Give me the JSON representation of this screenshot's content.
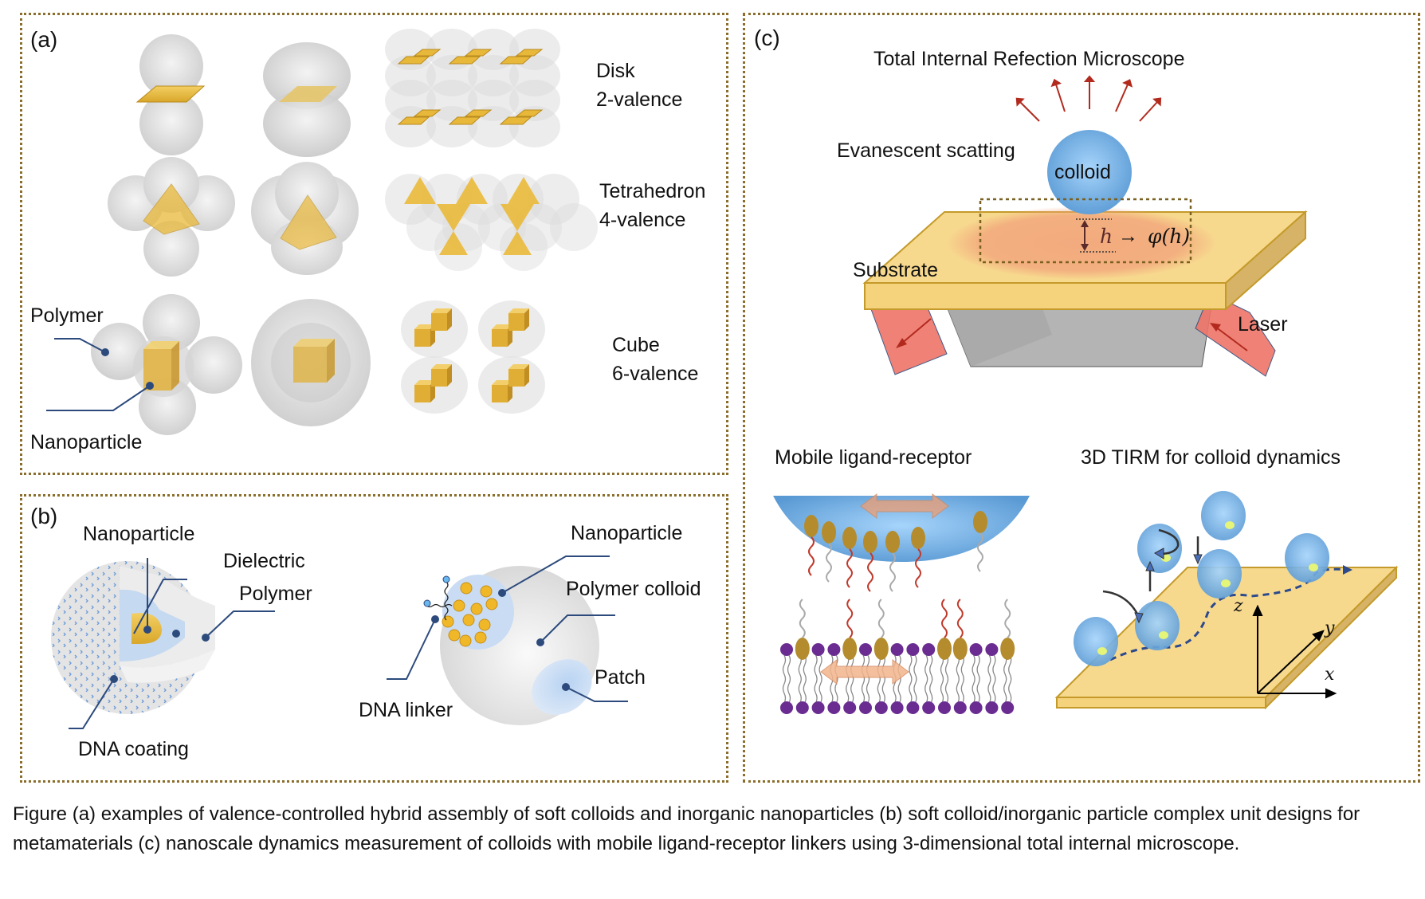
{
  "panels": {
    "a": {
      "label": "(a)",
      "rows": [
        {
          "shape": "Disk",
          "valence": "2-valence"
        },
        {
          "shape": "Tetrahedron",
          "valence": "4-valence"
        },
        {
          "shape": "Cube",
          "valence": "6-valence"
        }
      ],
      "callouts": {
        "polymer": "Polymer",
        "nanoparticle": "Nanoparticle"
      }
    },
    "b": {
      "label": "(b)",
      "left": {
        "nanoparticle": "Nanoparticle",
        "dielectric": "Dielectric",
        "polymer": "Polymer",
        "dna_coating": "DNA coating"
      },
      "right": {
        "nanoparticle": "Nanoparticle",
        "polymer_colloid": "Polymer colloid",
        "patch": "Patch",
        "dna_linker": "DNA linker"
      }
    },
    "c": {
      "label": "(c)",
      "title": "Total Internal Refection Microscope",
      "evanescent": "Evanescent scatting",
      "colloid": "colloid",
      "substrate": "Substrate",
      "laser": "Laser",
      "h": "h",
      "phi": "φ(h)",
      "arrow": "→",
      "mobile_title": "Mobile ligand-receptor",
      "tirm_title": "3D TIRM for colloid dynamics",
      "axes": {
        "x": "x",
        "y": "y",
        "z": "z"
      }
    }
  },
  "colors": {
    "gold": "#e8b83a",
    "colloid_blue": "#6fb0e6",
    "substrate": "#f7d98e",
    "laser": "#ef7468",
    "scatter_arrow": "#b22a1e",
    "callout": "#2c4a7c",
    "lipid_head": "#6a2c91",
    "ligand": "#b48c2e"
  },
  "caption": "Figure (a) examples of valence-controlled hybrid assembly of soft colloids and inorganic nanoparticles (b) soft colloid/inorganic particle complex unit designs for metamaterials (c) nanoscale dynamics measurement of colloids with mobile ligand-receptor linkers using 3-dimensional total internal microscope."
}
